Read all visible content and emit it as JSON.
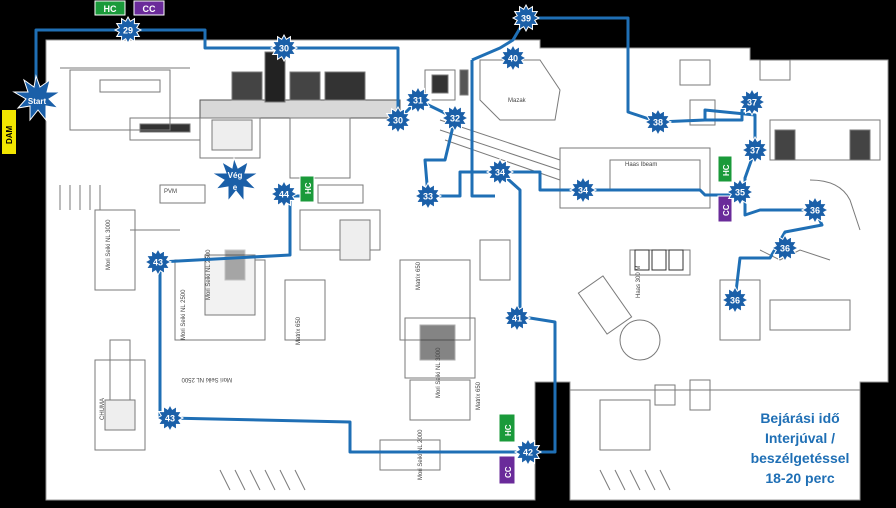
{
  "colors": {
    "route": "#1f6fb5",
    "marker": "#1a5fa8",
    "hc": "#1a9a3a",
    "cc": "#6a2b9a",
    "dam": "#f2e600",
    "floor": "#ffffff",
    "line": "#7a7a7a"
  },
  "start_label": "Start",
  "end_label": [
    "Vég",
    "e"
  ],
  "dam_label": "DAM",
  "hc_label": "HC",
  "cc_label": "CC",
  "stops": [
    "29",
    "30",
    "30",
    "31",
    "32",
    "33",
    "34",
    "34",
    "35",
    "36",
    "36",
    "36",
    "37",
    "37",
    "38",
    "39",
    "40",
    "41",
    "42",
    "43",
    "43",
    "44"
  ],
  "machine_labels": [
    "Mori Seiki NL 2500",
    "Mori Seiki NL 2500",
    "Mori Seiki NL 3000",
    "Mori Seiki NL 2000",
    "Mori Seiki NL 3000",
    "Mori Seiki NL 2500",
    "Matrix 650",
    "Matrix 650",
    "Matrix 650",
    "CHUMA",
    "Mazak",
    "Haas Ibeam",
    "Haas 300 M",
    "PVM"
  ],
  "note_lines": [
    "Bejárási idő",
    "Interjúval /",
    "beszélgetéssel",
    "18-20 perc"
  ]
}
